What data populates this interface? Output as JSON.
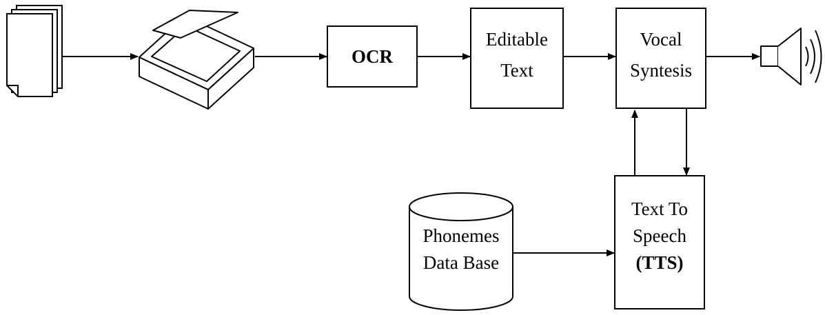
{
  "nodes": {
    "documents": {
      "icon": "documents-stack-icon"
    },
    "scanner": {
      "icon": "scanner-icon"
    },
    "ocr": {
      "label": "OCR"
    },
    "editable_text": {
      "line1": "Editable",
      "line2": "Text"
    },
    "vocal_synthesis": {
      "line1": "Vocal",
      "line2": "Syntesis"
    },
    "speaker": {
      "icon": "speaker-icon"
    },
    "tts": {
      "line1": "Text To",
      "line2": "Speech",
      "line3": "(TTS)"
    },
    "phonemes_db": {
      "line1": "Phonemes",
      "line2": "Data Base"
    }
  },
  "edges": [
    {
      "from": "documents",
      "to": "scanner"
    },
    {
      "from": "scanner",
      "to": "ocr"
    },
    {
      "from": "ocr",
      "to": "editable_text"
    },
    {
      "from": "editable_text",
      "to": "vocal_synthesis"
    },
    {
      "from": "vocal_synthesis",
      "to": "speaker"
    },
    {
      "from": "vocal_synthesis",
      "to": "tts"
    },
    {
      "from": "tts",
      "to": "vocal_synthesis"
    },
    {
      "from": "phonemes_db",
      "to": "tts"
    }
  ]
}
